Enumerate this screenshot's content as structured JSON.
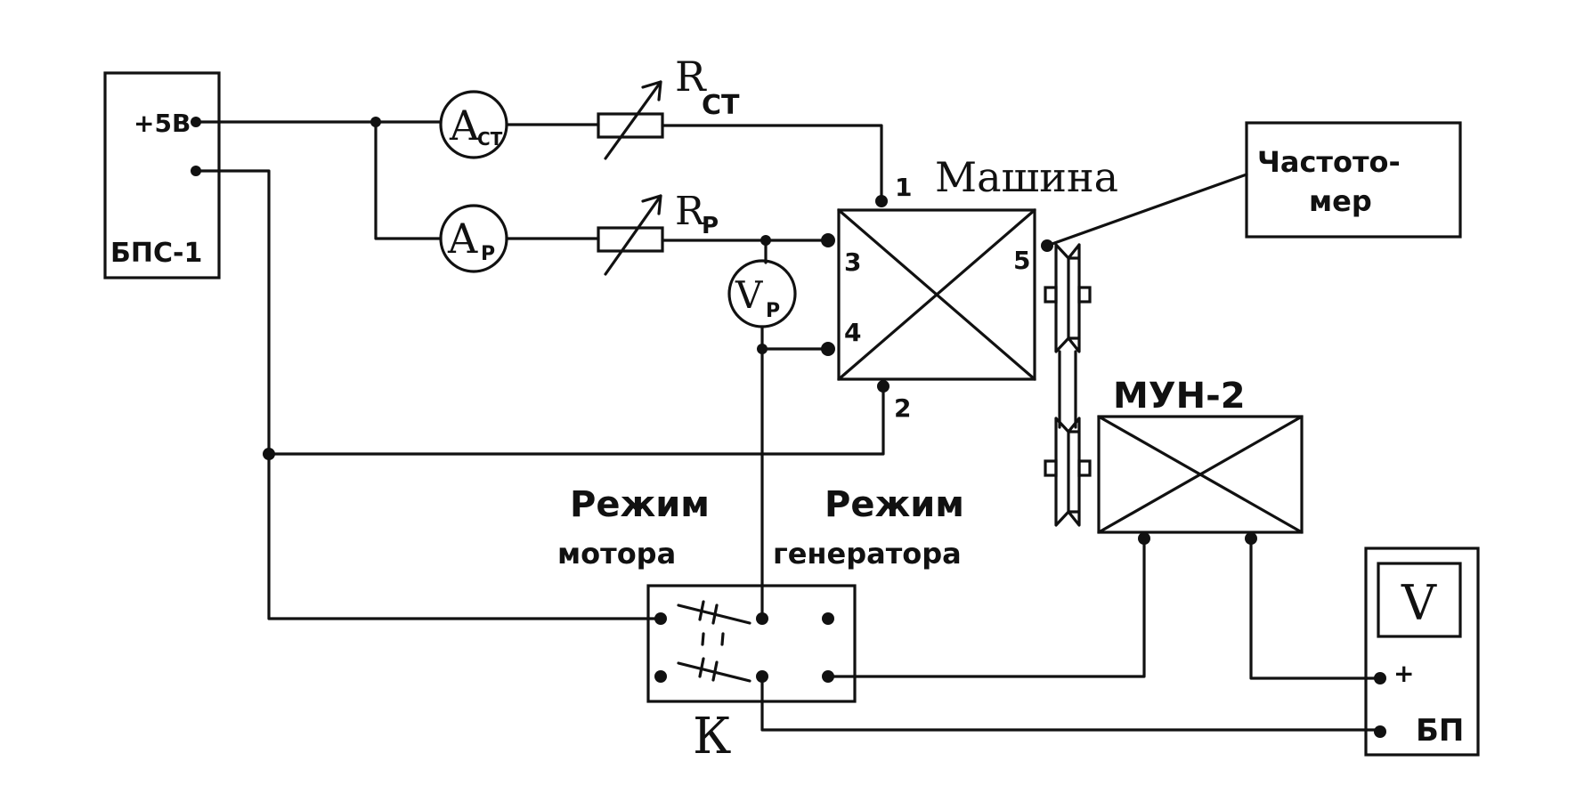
{
  "psu1": {
    "label": "БПС-1",
    "terminal_plus": "+5В"
  },
  "ammeter_stator": {
    "main": "A",
    "sub": "СТ"
  },
  "ammeter_rotor": {
    "main": "A",
    "sub": "Р"
  },
  "rheostat_stator": {
    "main": "R",
    "sub": "СТ"
  },
  "rheostat_rotor": {
    "main": "R",
    "sub": "Р"
  },
  "voltmeter_rotor": {
    "main": "V",
    "sub": "Р"
  },
  "machine": {
    "label": "Машина",
    "pin1": "1",
    "pin2": "2",
    "pin3": "3",
    "pin4": "4",
    "pin5": "5"
  },
  "frequency_meter": {
    "line1": "Частото-",
    "line2": "мер"
  },
  "mun": {
    "label": "МУН-2"
  },
  "switch": {
    "label": "К",
    "mode_motor_1": "Режим",
    "mode_motor_2": "мотора",
    "mode_gen_1": "Режим",
    "mode_gen_2": "генератора"
  },
  "psu2": {
    "label": "БП",
    "meter": "V",
    "plus": "+"
  }
}
